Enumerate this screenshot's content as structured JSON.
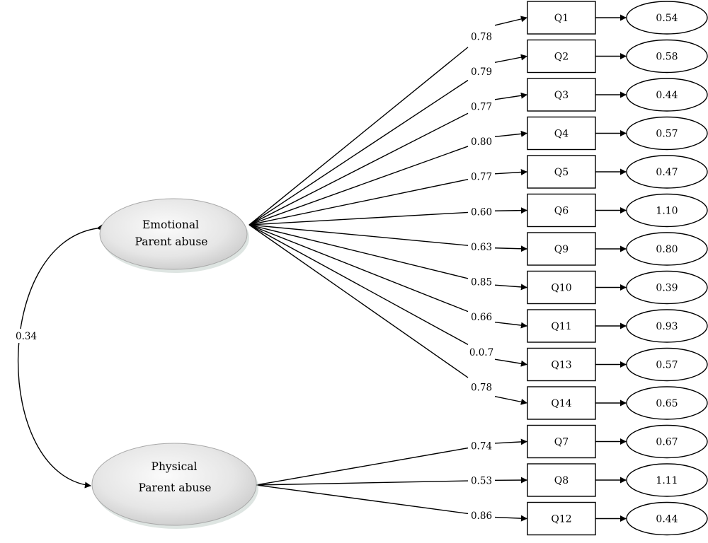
{
  "latents": [
    {
      "id": "emotional",
      "lines": [
        "Emotional",
        "Parent abuse"
      ]
    },
    {
      "id": "physical",
      "lines": [
        "Physical",
        "Parent abuse"
      ]
    }
  ],
  "covariance": "0.34",
  "items": [
    {
      "label": "Q1",
      "loading": "0.78",
      "error": "0.54",
      "factor": "emotional"
    },
    {
      "label": "Q2",
      "loading": "0.79",
      "error": "0.58",
      "factor": "emotional"
    },
    {
      "label": "Q3",
      "loading": "0.77",
      "error": "0.44",
      "factor": "emotional"
    },
    {
      "label": "Q4",
      "loading": "0.80",
      "error": "0.57",
      "factor": "emotional"
    },
    {
      "label": "Q5",
      "loading": "0.77",
      "error": "0.47",
      "factor": "emotional"
    },
    {
      "label": "Q6",
      "loading": "0.60",
      "error": "1.10",
      "factor": "emotional"
    },
    {
      "label": "Q9",
      "loading": "0.63",
      "error": "0.80",
      "factor": "emotional"
    },
    {
      "label": "Q10",
      "loading": "0.85",
      "error": "0.39",
      "factor": "emotional"
    },
    {
      "label": "Q11",
      "loading": "0.66",
      "error": "0.93",
      "factor": "emotional"
    },
    {
      "label": "Q13",
      "loading": "0.0.7",
      "error": "0.57",
      "factor": "emotional"
    },
    {
      "label": "Q14",
      "loading": "0.78",
      "error": "0.65",
      "factor": "emotional"
    },
    {
      "label": "Q7",
      "loading": "0.74",
      "error": "0.67",
      "factor": "physical"
    },
    {
      "label": "Q8",
      "loading": "0.53",
      "error": "1.11",
      "factor": "physical"
    },
    {
      "label": "Q12",
      "loading": "0.86",
      "error": "0.44",
      "factor": "physical"
    }
  ]
}
